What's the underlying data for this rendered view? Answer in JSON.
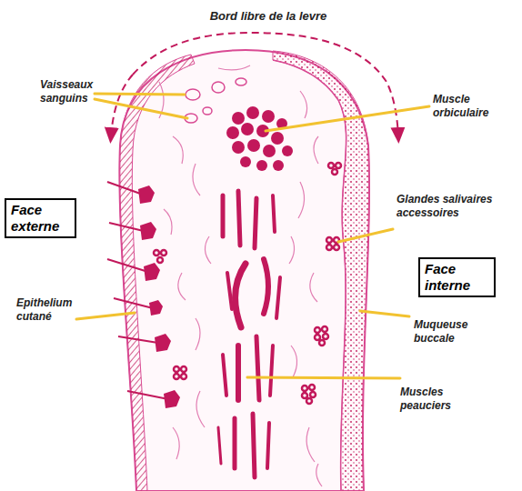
{
  "diagram": {
    "nodes": [
      {
        "text": [
          "Face externe"
        ]
      },
      {
        "text": [
          "Face interne"
        ]
      }
    ],
    "labels": [
      "Bord libre de la levre",
      "Vaisseaux sanguins",
      "Muscle orbiculaire",
      "Glandes salivaires accessoires",
      "Epithelium cutané",
      "Muqueuse buccale",
      "Muscles peauciers"
    ]
  }
}
